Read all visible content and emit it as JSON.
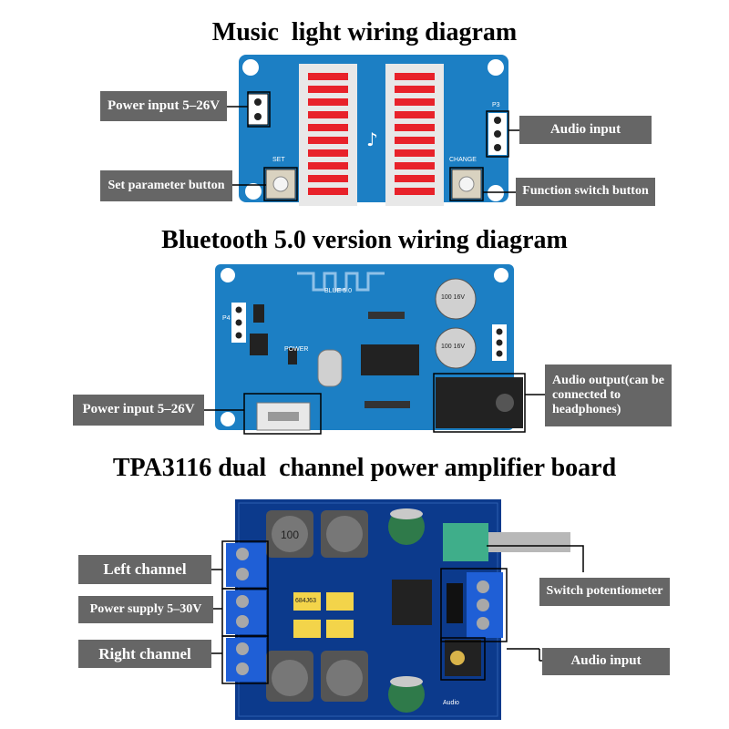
{
  "titles": {
    "music": "Music  light wiring diagram",
    "bluetooth": "Bluetooth 5.0 version wiring diagram",
    "amplifier": "TPA3116 dual  channel power amplifier board"
  },
  "labels": {
    "music_power_input": "Power input 5–26V",
    "music_set_button": "Set parameter button",
    "music_audio_input": "Audio input",
    "music_function_button": "Function switch button",
    "bt_power_input": "Power input 5–26V",
    "bt_audio_output": "Audio output(can be connected to headphones)",
    "amp_left_channel": "Left channel",
    "amp_power_supply": "Power supply 5–30V",
    "amp_right_channel": "Right channel",
    "amp_switch_potentiometer": "Switch potentiometer",
    "amp_audio_input": "Audio input"
  },
  "board_silkscreen": {
    "set": "SET",
    "change": "CHANGE",
    "p3": "P3",
    "p4": "P4",
    "blue50": "BLUE 5.0",
    "power": "POWER",
    "cap_label_1": "100 16V",
    "cap_label_2": "100 16V",
    "inductor": "100",
    "cap_code": "684J63",
    "audio": "Audio"
  },
  "colors": {
    "label_bg": "#666666",
    "board_light_blue": "#1c7fc4",
    "board_dark_blue": "#0c3a8c",
    "led_red": "#e8222a",
    "terminal_blue": "#1f5fd6"
  }
}
